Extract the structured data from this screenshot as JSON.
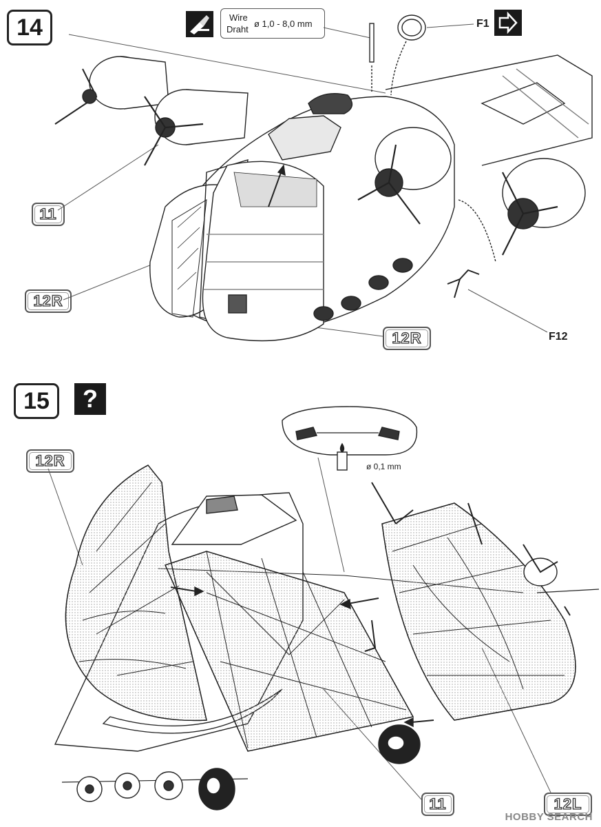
{
  "step14": {
    "number": "14",
    "wire_label_en": "Wire",
    "wire_label_de": "Draht",
    "wire_diameter": "ø 1,0 - 8,0 mm",
    "ref_f1": "F1",
    "ref_f12": "F12",
    "part_11": "11",
    "part_12r_a": "12R",
    "part_12r_b": "12R"
  },
  "step15": {
    "number": "15",
    "help_glyph": "?",
    "part_12r": "12R",
    "part_11": "11",
    "part_12l": "12L",
    "stretch_diameter": "ø 0,1 mm"
  },
  "watermark": "HOBBY SEARCH",
  "icons": [
    "cutting-icon",
    "flip-part-icon",
    "question-icon",
    "candle-icon",
    "hands-stretch-icon"
  ]
}
